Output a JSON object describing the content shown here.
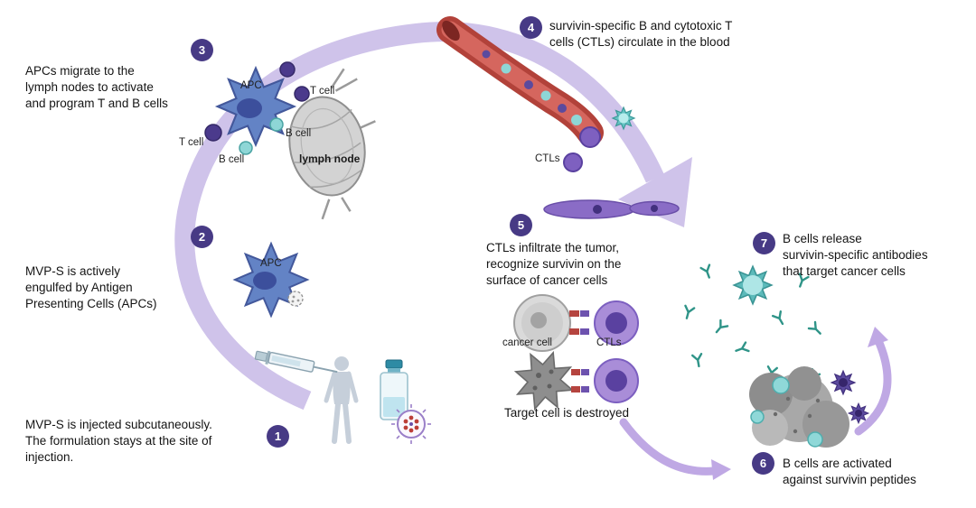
{
  "title": "MVP-S mechanism of action diagram",
  "steps": [
    {
      "num": "1",
      "lines": [
        "MVP-S is injected subcutaneously.",
        "The formulation stays at the site of",
        "injection."
      ]
    },
    {
      "num": "2",
      "lines": [
        "MVP-S is actively",
        "engulfed by Antigen",
        "Presenting Cells (APCs)"
      ]
    },
    {
      "num": "3",
      "lines": [
        "APCs migrate to the",
        "lymph nodes to activate",
        "and program T and B cells"
      ]
    },
    {
      "num": "4",
      "lines": [
        "survivin-specific B and cytotoxic T",
        "cells (CTLs) circulate in the blood"
      ]
    },
    {
      "num": "5",
      "lines": [
        "CTLs infiltrate the tumor,",
        "recognize survivin on the",
        "surface of cancer cells"
      ]
    },
    {
      "num": "6",
      "lines": [
        "B cells are activated",
        "against survivin peptides"
      ]
    },
    {
      "num": "7",
      "lines": [
        "B cells release",
        "survivin-specific antibodies",
        "that target cancer cells"
      ]
    }
  ],
  "labels": {
    "apc_top": "APC",
    "apc_mid": "APC",
    "t_cell_right": "T cell",
    "t_cell_left": "T cell",
    "b_cell_top": "B cell",
    "b_cell_bottom": "B cell",
    "lymph_node": "lymph node",
    "ctls_blood": "CTLs",
    "cancer_cell": "cancer cell",
    "ctls_tumor": "CTLs",
    "target_destroyed": "Target cell is destroyed"
  },
  "colors": {
    "badge": "#473a85",
    "cycle_arrow": "#cfc3ea",
    "small_arrow": "#bfa8e4",
    "apc_body": "#6383c5",
    "apc_nucleus": "#3c4f9c",
    "t_cell": "#4b3a8c",
    "b_cell": "#8ed6d6",
    "ctl_body": "#a98dd8",
    "ctl_nucleus": "#5a41a0",
    "blood_vessel": "#b2423a",
    "antibody": "#2f9488",
    "cancer_cell": "#dadada",
    "tumor_mass": "#a8a8a8",
    "receptor_red": "#b5443f",
    "receptor_purple": "#6d52ae"
  }
}
